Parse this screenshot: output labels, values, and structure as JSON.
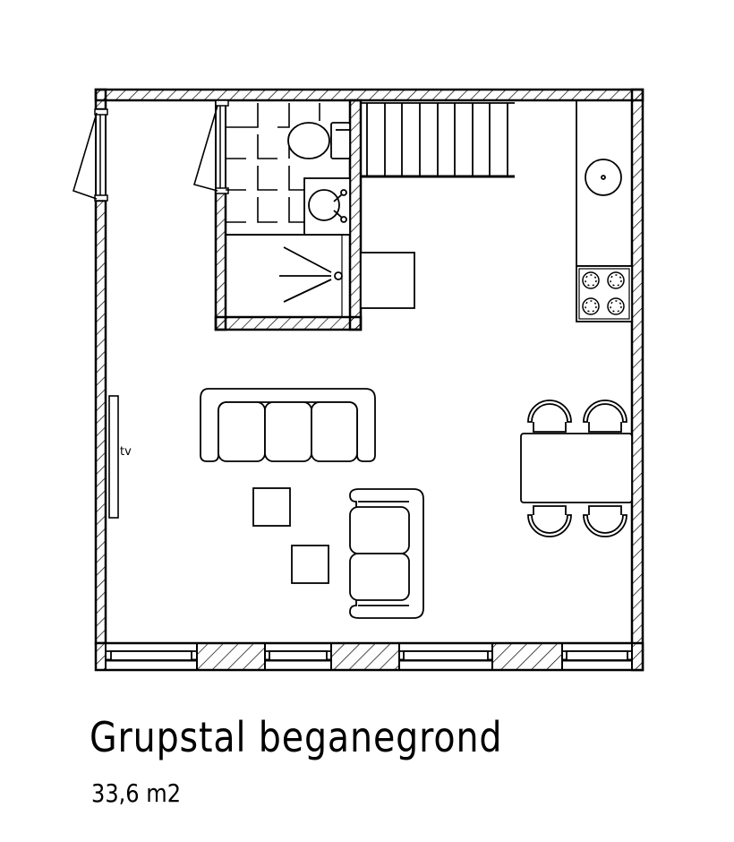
{
  "drawing": {
    "title": "Grupstal beganegrond",
    "area": "33,6 m2",
    "line_color": "#000000",
    "background": "#ffffff"
  },
  "labels": {
    "tv": "tv"
  },
  "rooms": [
    {
      "name": "bathroom",
      "fixtures": [
        "toilet",
        "washbasin",
        "shower"
      ]
    },
    {
      "name": "staircase"
    },
    {
      "name": "kitchen",
      "fixtures": [
        "sink",
        "stove-4-burner"
      ]
    },
    {
      "name": "living-room",
      "furniture": [
        "tv",
        "three-seat-sofa",
        "two-seat-sofa",
        "side-table",
        "side-table"
      ]
    },
    {
      "name": "dining",
      "furniture": [
        "dining-table",
        "chair",
        "chair",
        "chair",
        "chair"
      ]
    }
  ]
}
